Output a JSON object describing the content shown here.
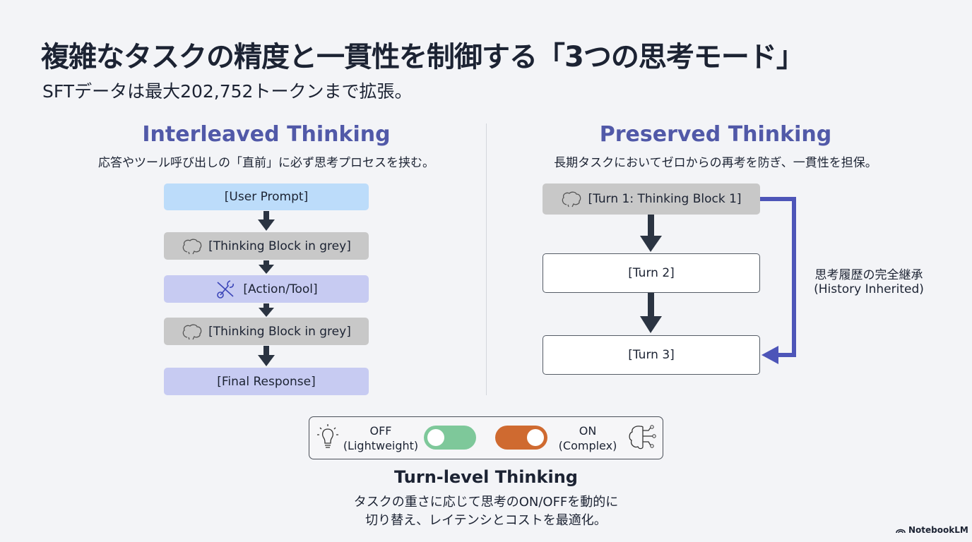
{
  "title": "複雑なタスクの精度と一貫性を制御する「3つの思考モード」",
  "subtitle": "SFTデータは最大202,752トークンまで拡張。",
  "interleaved": {
    "heading": "Interleaved Thinking",
    "description": "応答やツール呼び出しの「直前」に必ず思考プロセスを挟む。",
    "steps": [
      "[User Prompt]",
      "[Thinking Block in grey]",
      "[Action/Tool]",
      "[Thinking Block in grey]",
      "[Final Response]"
    ]
  },
  "preserved": {
    "heading": "Preserved Thinking",
    "description": "長期タスクにおいてゼロからの再考を防ぎ、一貫性を担保。",
    "turns": [
      "[Turn 1: Thinking Block 1]",
      "[Turn 2]",
      "[Turn 3]"
    ],
    "inherit_label_1": "思考履歴の完全継承",
    "inherit_label_2": "(History Inherited)"
  },
  "turn_level": {
    "off_label": "OFF",
    "off_sub": "(Lightweight)",
    "on_label": "ON",
    "on_sub": "(Complex)",
    "heading": "Turn-level Thinking",
    "desc_1": "タスクの重さに応じて思考のON/OFFを動的に",
    "desc_2": "切り替え、レイテンシとコストを最適化。",
    "off_color": "#7ec89a",
    "on_color": "#cf6a30"
  },
  "brand": "NotebookLM"
}
